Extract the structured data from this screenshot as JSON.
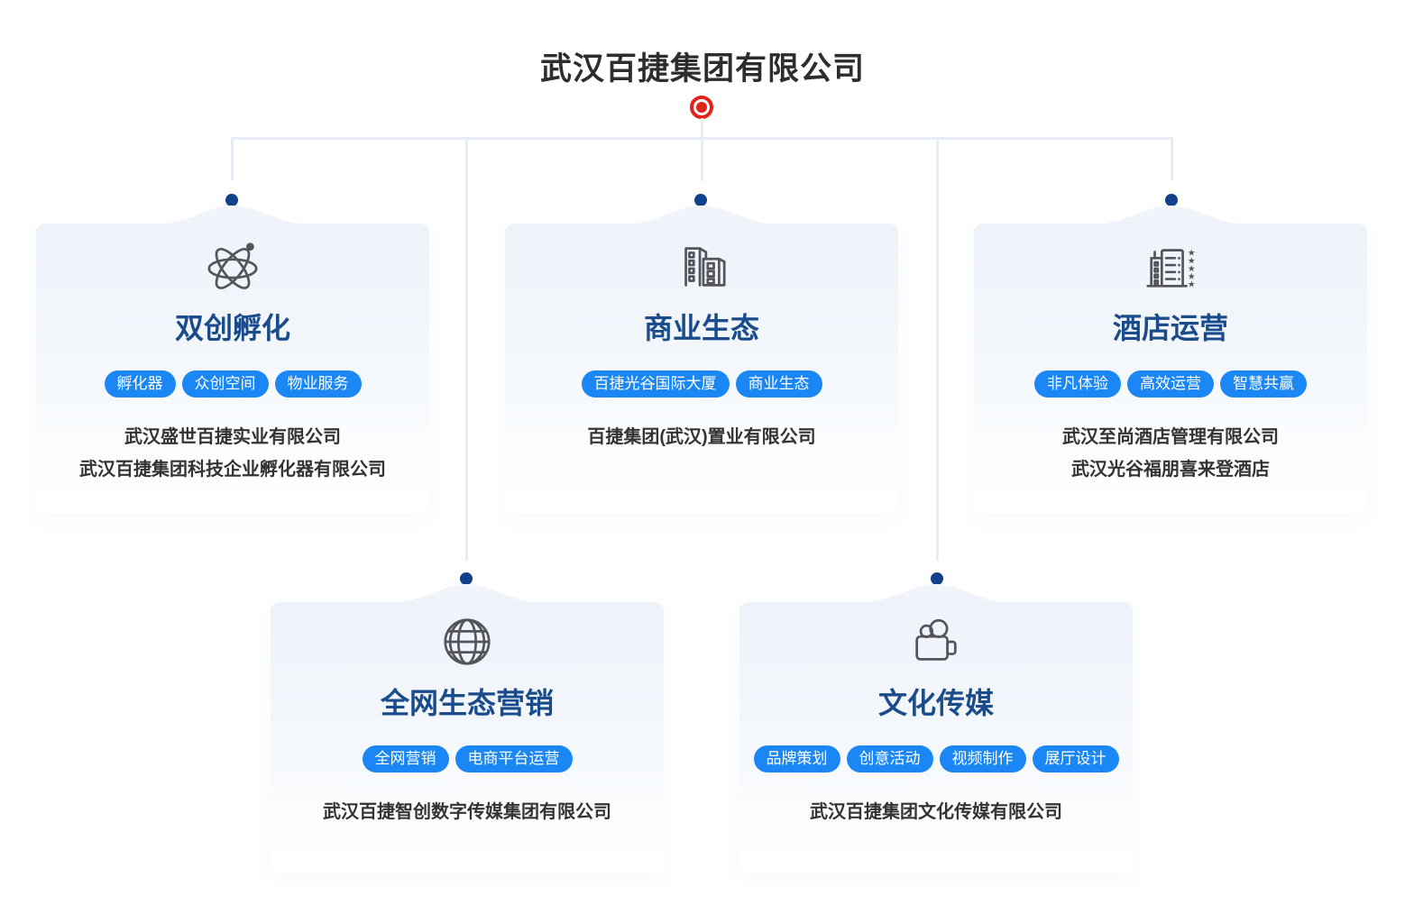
{
  "title": "武汉百捷集团有限公司",
  "colors": {
    "root_node_red": "#e2231a",
    "anchor_dot_navy": "#11418a",
    "card_title_blue": "#1a4c8c",
    "tag_blue": "#1b87f4",
    "body_text": "#333333",
    "connector_line": "#e8edf5",
    "card_tint_top": "#eef3fa"
  },
  "cards": [
    {
      "icon": "atom-icon",
      "title": "双创孵化",
      "tags": [
        "孵化器",
        "众创空间",
        "物业服务"
      ],
      "companies": [
        "武汉盛世百捷实业有限公司",
        "武汉百捷集团科技企业孵化器有限公司"
      ]
    },
    {
      "icon": "buildings-icon",
      "title": "商业生态",
      "tags": [
        "百捷光谷国际大厦",
        "商业生态"
      ],
      "companies": [
        "百捷集团(武汉)置业有限公司"
      ]
    },
    {
      "icon": "hotel-stars-icon",
      "title": "酒店运营",
      "tags": [
        "非凡体验",
        "高效运营",
        "智慧共赢"
      ],
      "companies": [
        "武汉至尚酒店管理有限公司",
        "武汉光谷福朋喜来登酒店"
      ]
    },
    {
      "icon": "globe-icon",
      "title": "全网生态营销",
      "tags": [
        "全网营销",
        "电商平台运营"
      ],
      "companies": [
        "武汉百捷智创数字传媒集团有限公司"
      ]
    },
    {
      "icon": "video-camera-icon",
      "title": "文化传媒",
      "tags": [
        "品牌策划",
        "创意活动",
        "视频制作",
        "展厅设计"
      ],
      "companies": [
        "武汉百捷集团文化传媒有限公司"
      ]
    }
  ]
}
